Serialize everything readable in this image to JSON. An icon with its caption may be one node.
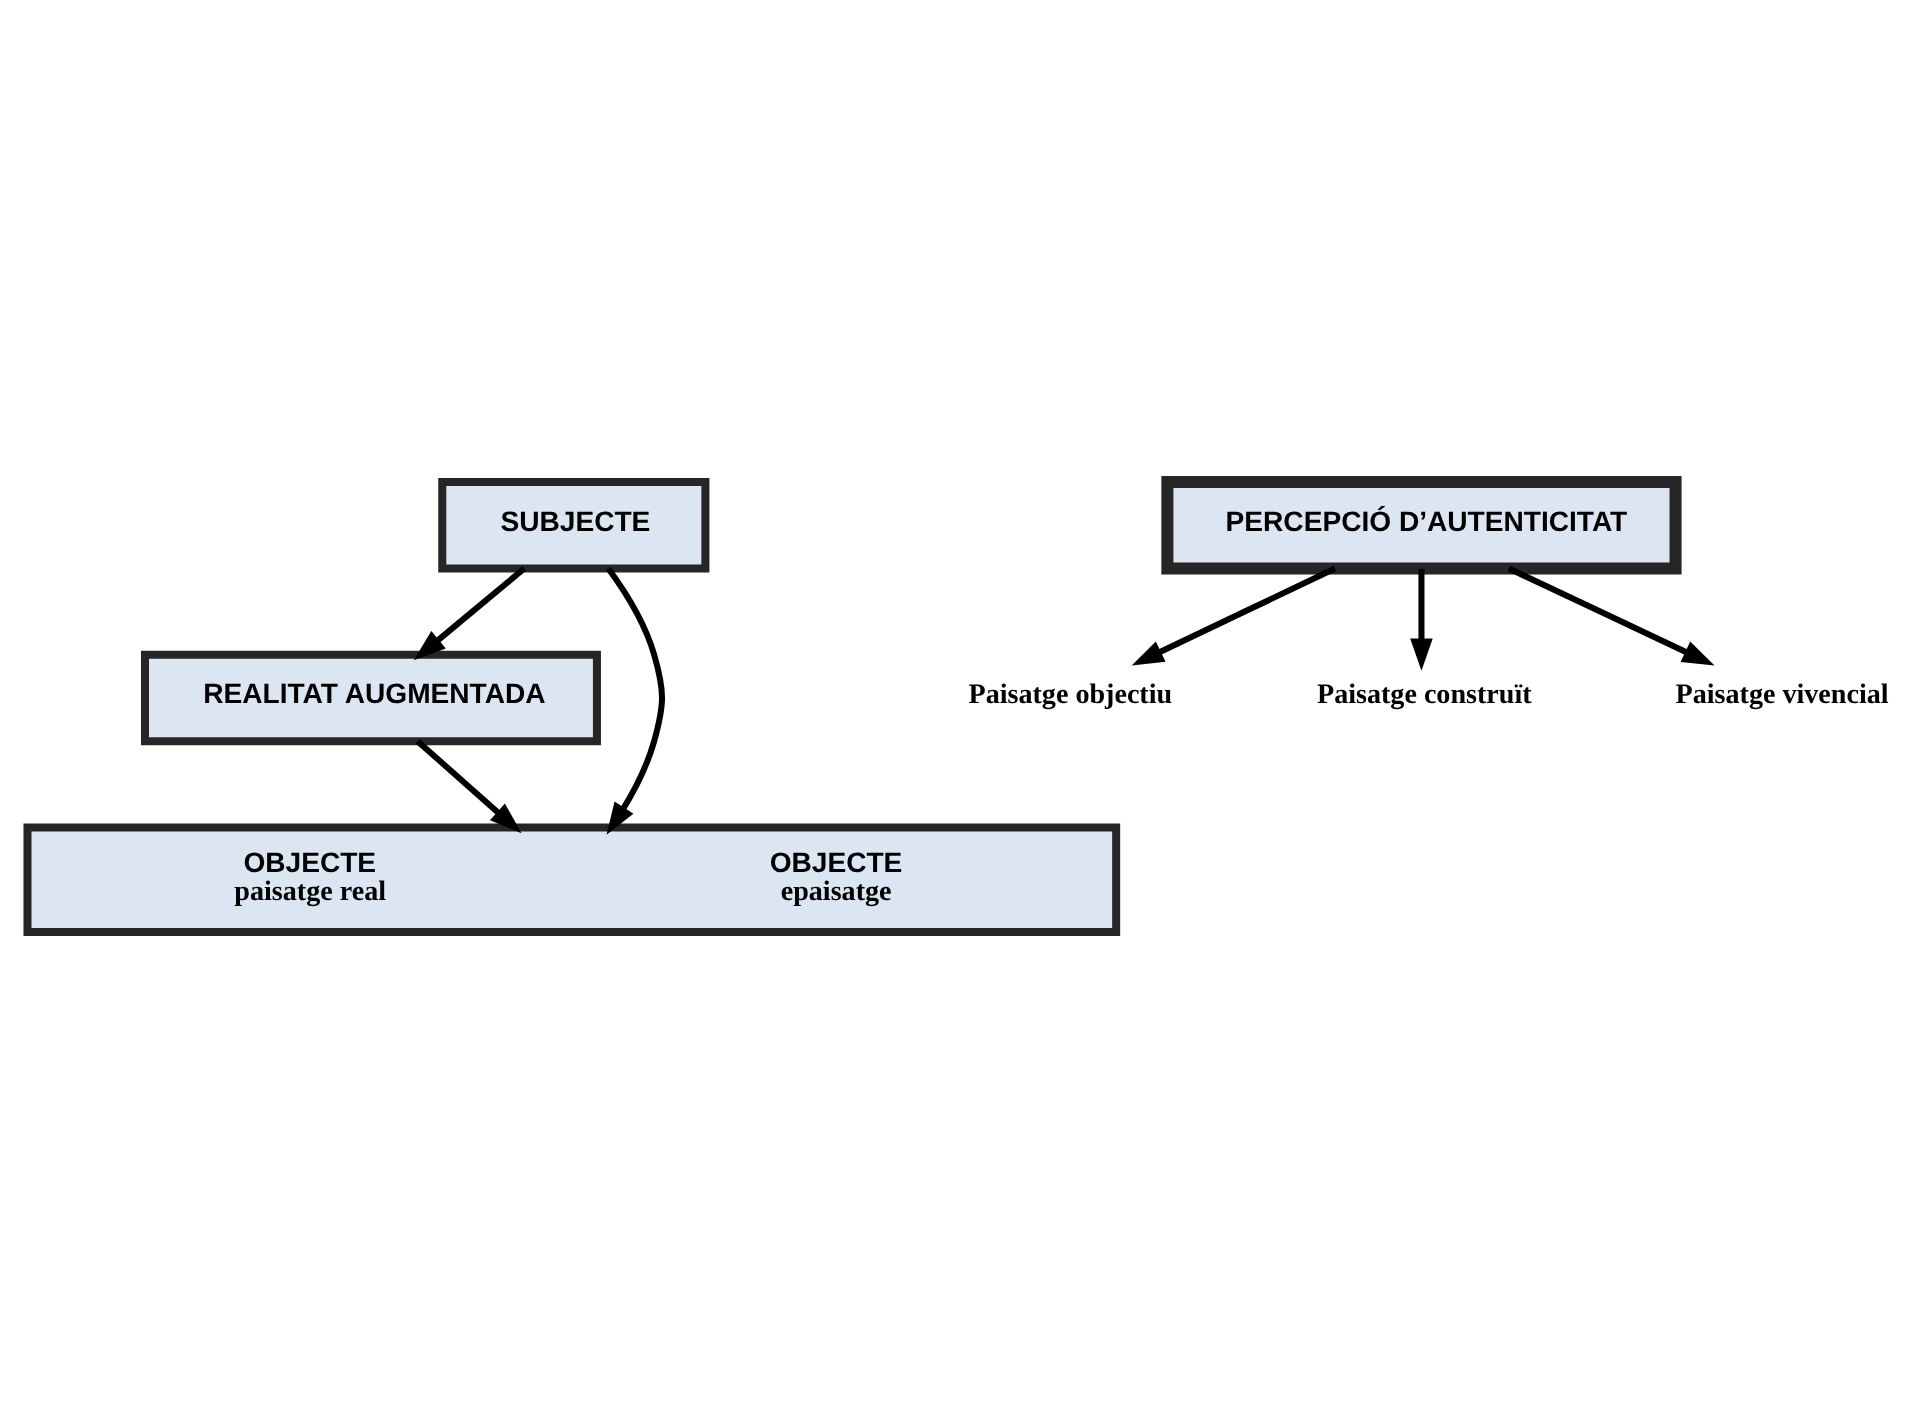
{
  "diagram": {
    "nodes": [
      {
        "text": [
          "SUBJECTE"
        ]
      },
      {
        "text": [
          "REALITAT AUGMENTADA"
        ]
      },
      {
        "text": [
          "OBJECTE",
          "paisatge real",
          "OBJECTE",
          "epaisatge"
        ]
      },
      {
        "text": [
          "PERCEPCIÓ D’AUTENTICITAT"
        ]
      },
      {
        "text": [
          "Paisatge objectiu"
        ]
      },
      {
        "text": [
          "Paisatge construït"
        ]
      },
      {
        "text": [
          "Paisatge vivencial"
        ]
      }
    ],
    "edges": [
      {
        "from": 0,
        "to": 2,
        "arrow": "to"
      },
      {
        "from": 0,
        "to": 1,
        "arrow": "to"
      },
      {
        "from": 1,
        "to": 2,
        "arrow": "to"
      },
      {
        "from": 3,
        "to": 4,
        "arrow": "to"
      },
      {
        "from": 3,
        "to": 5,
        "arrow": "to"
      },
      {
        "from": 3,
        "to": 6,
        "arrow": "to"
      }
    ]
  }
}
